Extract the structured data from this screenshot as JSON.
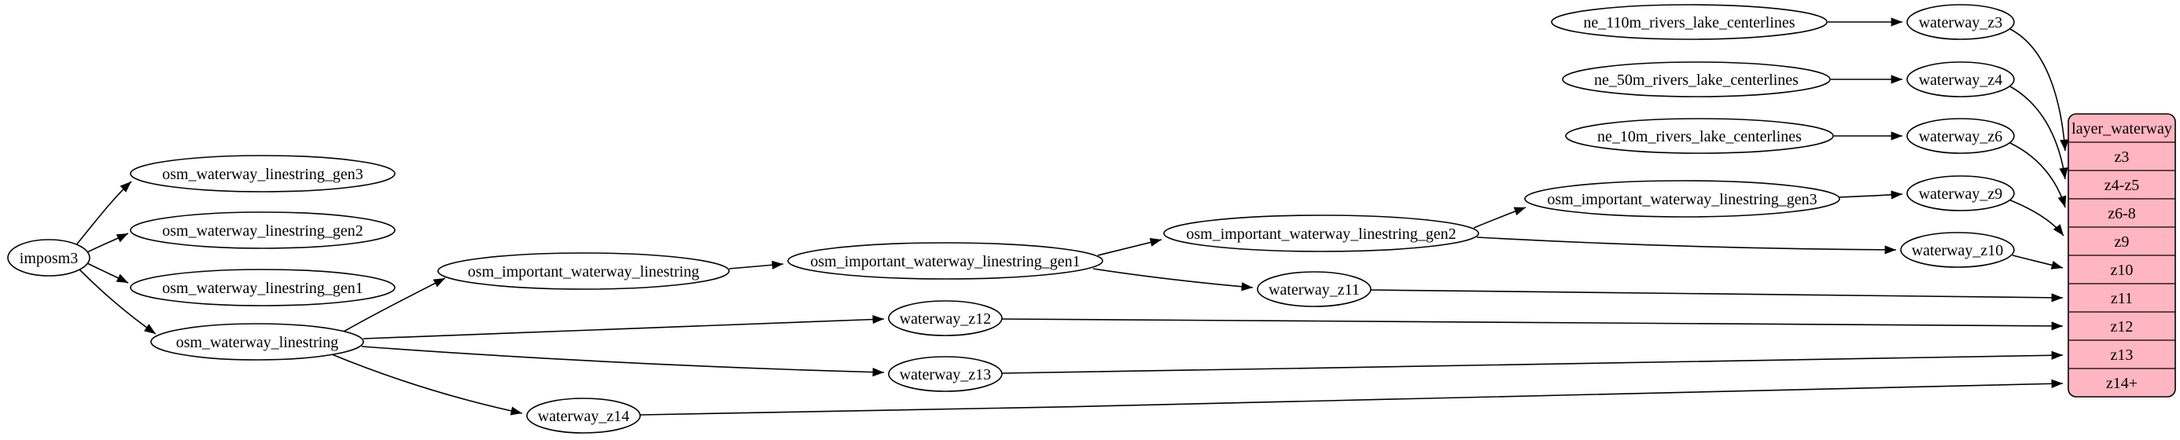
{
  "diagram": {
    "nodes": {
      "imposm3": "imposm3",
      "osm_waterway_linestring_gen3": "osm_waterway_linestring_gen3",
      "osm_waterway_linestring_gen2": "osm_waterway_linestring_gen2",
      "osm_waterway_linestring_gen1": "osm_waterway_linestring_gen1",
      "osm_waterway_linestring": "osm_waterway_linestring",
      "osm_important_waterway_linestring": "osm_important_waterway_linestring",
      "osm_important_waterway_linestring_gen1": "osm_important_waterway_linestring_gen1",
      "osm_important_waterway_linestring_gen2": "osm_important_waterway_linestring_gen2",
      "osm_important_waterway_linestring_gen3": "osm_important_waterway_linestring_gen3",
      "ne_110m_rivers_lake_centerlines": "ne_110m_rivers_lake_centerlines",
      "ne_50m_rivers_lake_centerlines": "ne_50m_rivers_lake_centerlines",
      "ne_10m_rivers_lake_centerlines": "ne_10m_rivers_lake_centerlines",
      "waterway_z3": "waterway_z3",
      "waterway_z4": "waterway_z4",
      "waterway_z6": "waterway_z6",
      "waterway_z9": "waterway_z9",
      "waterway_z10": "waterway_z10",
      "waterway_z11": "waterway_z11",
      "waterway_z12": "waterway_z12",
      "waterway_z13": "waterway_z13",
      "waterway_z14": "waterway_z14"
    },
    "record": {
      "title": "layer_waterway",
      "rows": [
        "z3",
        "z4-z5",
        "z6-8",
        "z9",
        "z10",
        "z11",
        "z12",
        "z13",
        "z14+"
      ]
    },
    "edges": [
      {
        "from": "imposm3",
        "to": "osm_waterway_linestring_gen3"
      },
      {
        "from": "imposm3",
        "to": "osm_waterway_linestring_gen2"
      },
      {
        "from": "imposm3",
        "to": "osm_waterway_linestring_gen1"
      },
      {
        "from": "imposm3",
        "to": "osm_waterway_linestring"
      },
      {
        "from": "osm_waterway_linestring",
        "to": "osm_important_waterway_linestring"
      },
      {
        "from": "osm_waterway_linestring",
        "to": "waterway_z12"
      },
      {
        "from": "osm_waterway_linestring",
        "to": "waterway_z13"
      },
      {
        "from": "osm_waterway_linestring",
        "to": "waterway_z14"
      },
      {
        "from": "osm_important_waterway_linestring",
        "to": "osm_important_waterway_linestring_gen1"
      },
      {
        "from": "osm_important_waterway_linestring_gen1",
        "to": "osm_important_waterway_linestring_gen2"
      },
      {
        "from": "osm_important_waterway_linestring_gen1",
        "to": "waterway_z11"
      },
      {
        "from": "osm_important_waterway_linestring_gen2",
        "to": "osm_important_waterway_linestring_gen3"
      },
      {
        "from": "osm_important_waterway_linestring_gen2",
        "to": "waterway_z10"
      },
      {
        "from": "osm_important_waterway_linestring_gen3",
        "to": "waterway_z9"
      },
      {
        "from": "ne_110m_rivers_lake_centerlines",
        "to": "waterway_z3"
      },
      {
        "from": "ne_50m_rivers_lake_centerlines",
        "to": "waterway_z4"
      },
      {
        "from": "ne_10m_rivers_lake_centerlines",
        "to": "waterway_z6"
      },
      {
        "from": "waterway_z3",
        "to": "layer_waterway:z3"
      },
      {
        "from": "waterway_z4",
        "to": "layer_waterway:z4-z5"
      },
      {
        "from": "waterway_z6",
        "to": "layer_waterway:z6-8"
      },
      {
        "from": "waterway_z9",
        "to": "layer_waterway:z9"
      },
      {
        "from": "waterway_z10",
        "to": "layer_waterway:z10"
      },
      {
        "from": "waterway_z11",
        "to": "layer_waterway:z11"
      },
      {
        "from": "waterway_z12",
        "to": "layer_waterway:z12"
      },
      {
        "from": "waterway_z13",
        "to": "layer_waterway:z13"
      },
      {
        "from": "waterway_z14",
        "to": "layer_waterway:z14+"
      }
    ],
    "colors": {
      "record_fill": "#ffb6c1",
      "node_fill": "#ffffff",
      "line": "#000000"
    }
  }
}
